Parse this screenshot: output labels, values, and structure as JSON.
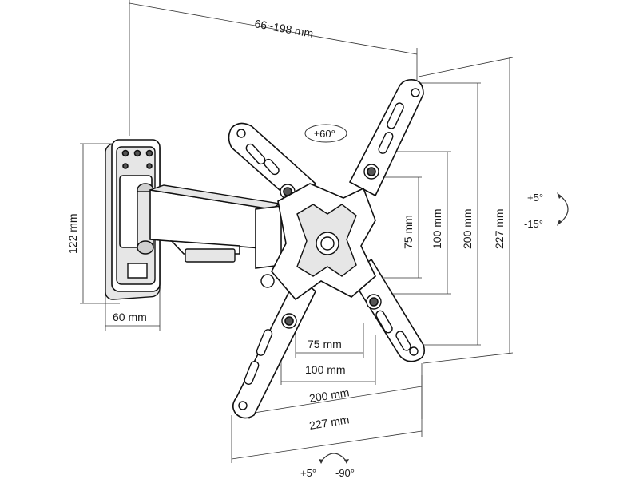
{
  "dimensions": {
    "arm_extension": "66~198 mm",
    "wall_plate_height": "122 mm",
    "wall_plate_width": "60 mm",
    "vesa_h_75": "75 mm",
    "vesa_h_100": "100 mm",
    "vesa_h_200": "200 mm",
    "vesa_h_227": "227 mm",
    "vesa_v_75": "75 mm",
    "vesa_v_100": "100 mm",
    "vesa_v_200": "200 mm",
    "vesa_v_227": "227 mm"
  },
  "rotation": {
    "label": "±60°"
  },
  "tilt": {
    "up": "+5°",
    "down": "-15°"
  },
  "swivel": {
    "left": "+5°",
    "right": "-90°"
  }
}
